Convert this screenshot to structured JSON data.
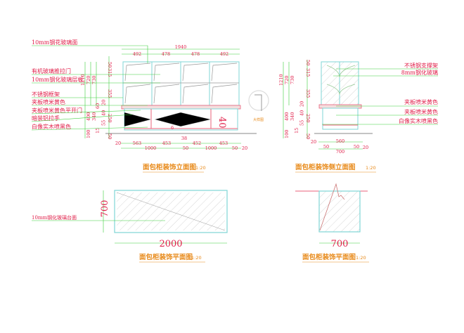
{
  "front_elevation": {
    "title": "面包柜装饰立面图",
    "scale": "1:20",
    "labels": [
      "10mm钢花玻璃面",
      "有机玻璃推拉门",
      "10mm钢化玻璃层板",
      "不锈钢框架",
      "夹板喷米黄色",
      "夹板喷米黄色平开门",
      "暗装铝拉手",
      "白像实木喷黑色"
    ],
    "top_dims": {
      "total": "1940",
      "parts": [
        "492",
        "478",
        "478",
        "492"
      ]
    },
    "bottom_dims": {
      "parts": [
        "20",
        "563",
        "453",
        "452",
        "453",
        "50",
        "20"
      ],
      "subtotals": [
        "1000",
        "1000"
      ],
      "extra": [
        "38",
        "50"
      ]
    },
    "left_dims": [
      "1210",
      "720",
      "730",
      "400",
      "340",
      "60",
      "100"
    ],
    "inner_dims": [
      "50",
      "315",
      "355",
      "20",
      "40",
      "250",
      "55",
      "15",
      "50"
    ],
    "mark_40": "40",
    "mark_6": "6",
    "badge": "大样图"
  },
  "side_elevation": {
    "title": "面包柜装饰侧立面图",
    "scale": "1:20",
    "labels": [
      "不锈钢支撑架",
      "8mm钢化玻璃",
      "夹板喷米黄色",
      "夹板喷米黄色",
      "白像实木喷黑色"
    ],
    "bottom_dims": {
      "parts": [
        "20",
        "560",
        "20"
      ],
      "inner": [
        "50",
        "50"
      ],
      "total": "700"
    },
    "left_dims": [
      "1210",
      "720",
      "730",
      "400",
      "340",
      "100"
    ],
    "inner_dims": [
      "50",
      "315",
      "355",
      "20",
      "40",
      "250",
      "55",
      "15",
      "50"
    ]
  },
  "plan": {
    "title": "面包柜装饰平面图",
    "scale": "1:20",
    "label": "10mm钢化玻璃台面",
    "width": "2000",
    "depth": "700"
  },
  "side_plan": {
    "title": "面包柜装饰平面图",
    "scale": "1:20",
    "width": "700"
  }
}
